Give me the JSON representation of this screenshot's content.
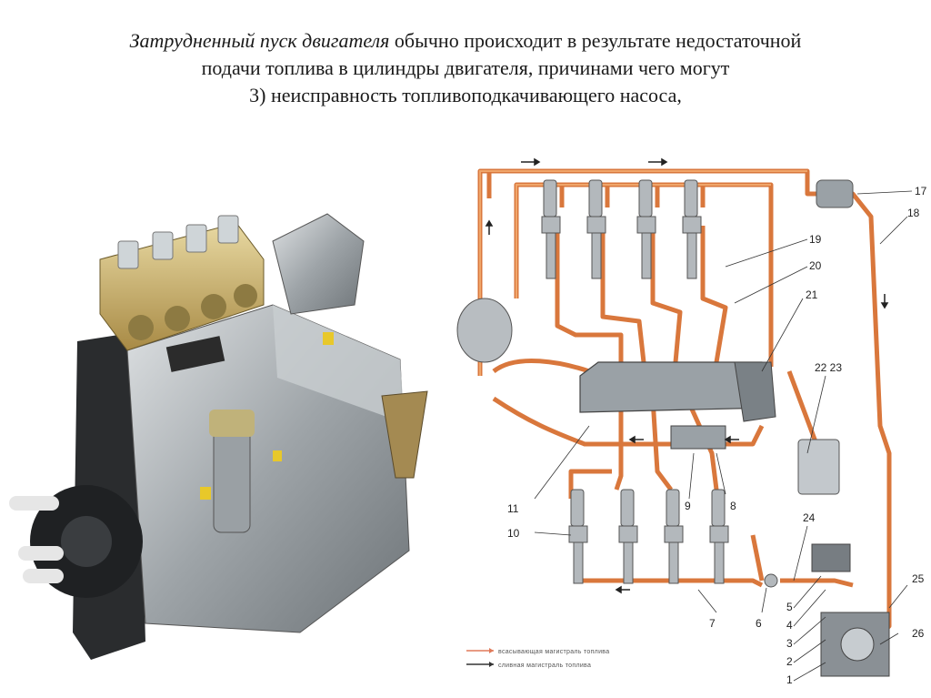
{
  "title": {
    "line1_italic": "Затрудненный пуск двигателя",
    "line1_rest": " обычно происходит в результате недостаточной",
    "line2": "подачи топлива в цилиндры двигателя, причинами чего могут",
    "line3": "3) неисправность топливоподкачивающего насоса,"
  },
  "diagram": {
    "callouts": [
      "17",
      "18",
      "19",
      "20",
      "21",
      "22 23",
      "11",
      "10",
      "9",
      "8",
      "24",
      "25",
      "26",
      "7",
      "6",
      "5",
      "4",
      "3",
      "2",
      "1"
    ],
    "legend": [
      {
        "label": "всасывающая магистраль топлива",
        "color": "#e07a5a"
      },
      {
        "label": "сливная магистраль топлива",
        "color": "#333333"
      }
    ]
  },
  "colors": {
    "pipe": "#d9773c",
    "pipe_light": "#f0a66b",
    "body_gray": "#b3b8bc"
  }
}
